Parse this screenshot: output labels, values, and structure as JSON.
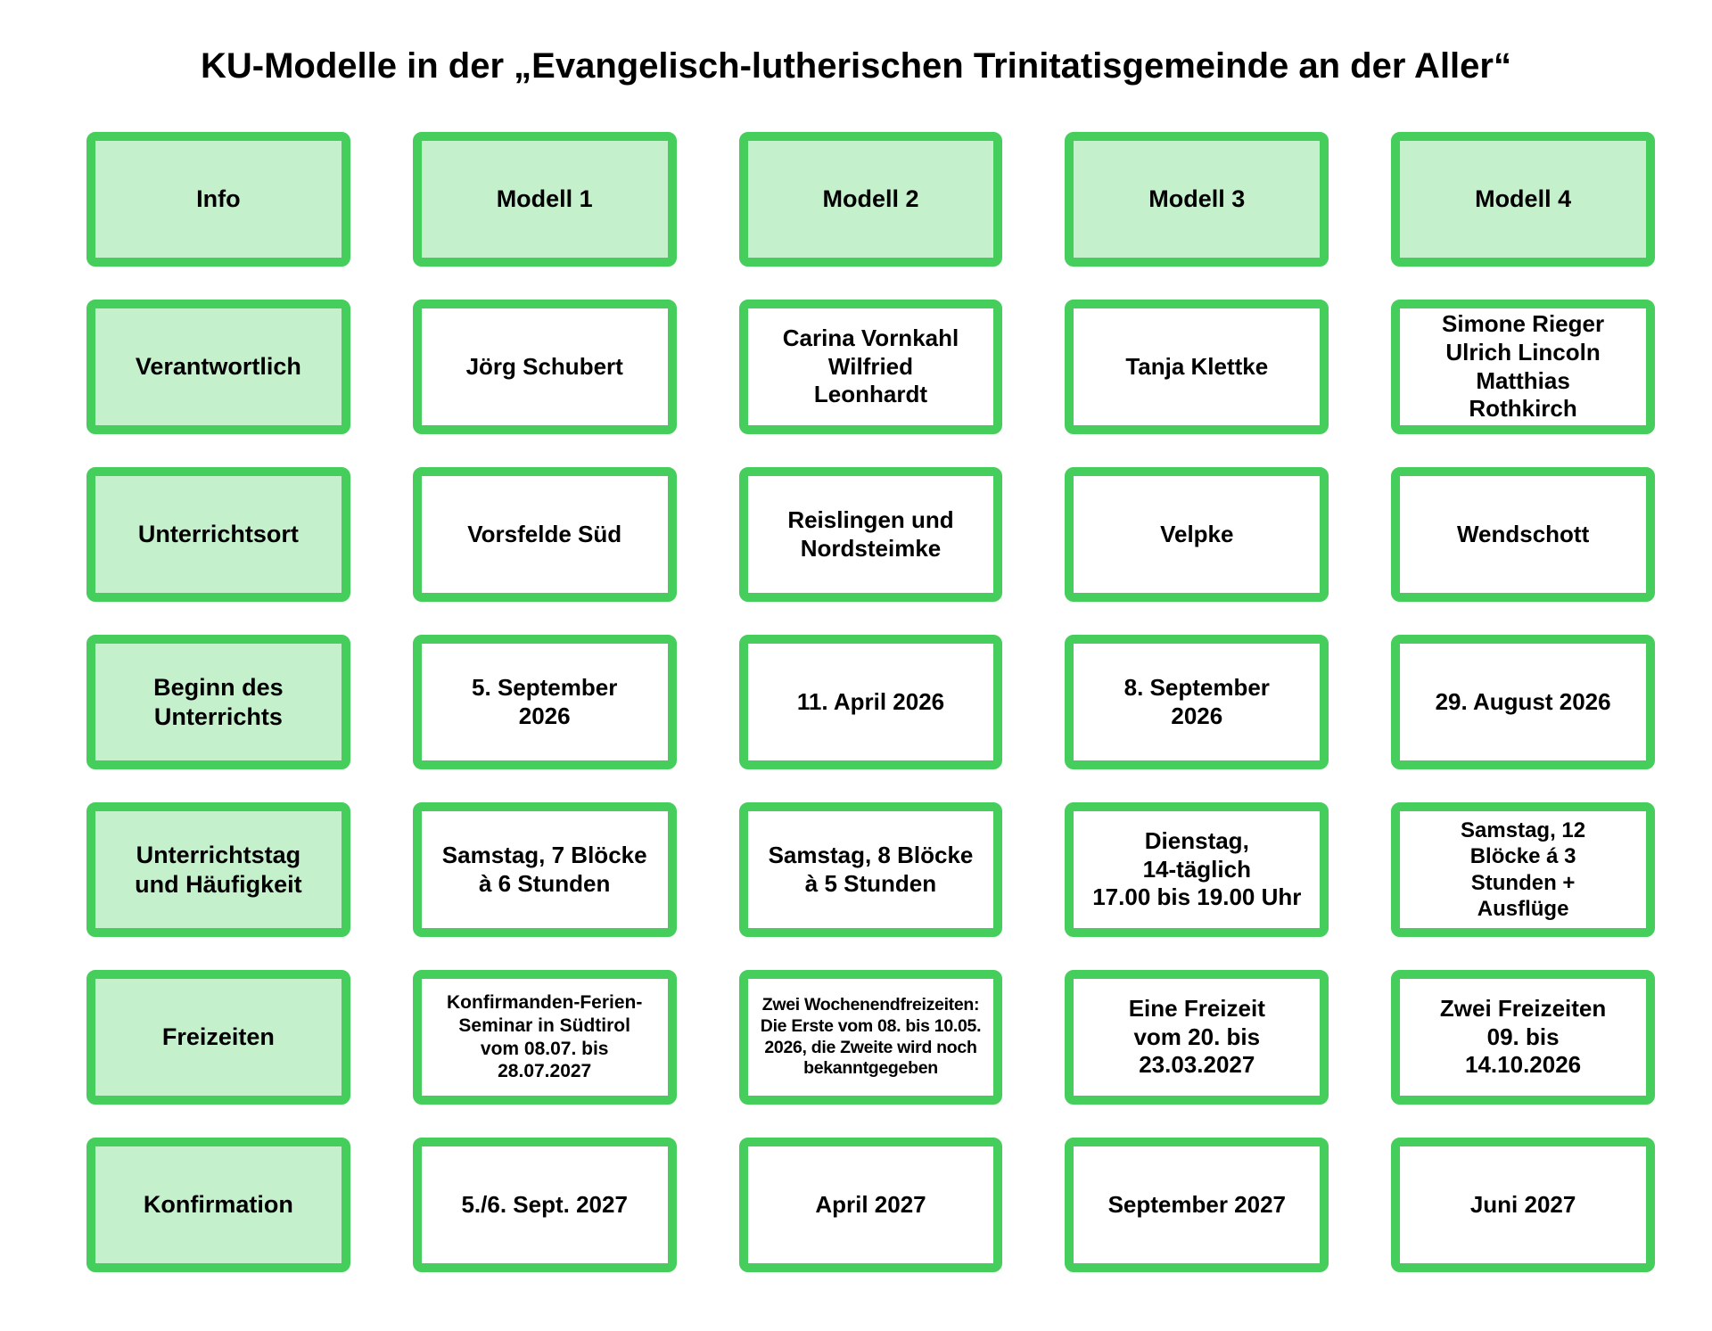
{
  "title": "KU-Modelle in der „Evangelisch-lutherischen Trinitatisgemeinde an der Aller“",
  "colors": {
    "border_green": "#45ce5c",
    "label_fill_green": "#c5f0cc",
    "cell_fill": "#ffffff",
    "text": "#000000"
  },
  "table": {
    "columns": [
      "Info",
      "Modell 1",
      "Modell 2",
      "Modell 3",
      "Modell 4"
    ],
    "rows": [
      {
        "label": "Verantwortlich",
        "cells": [
          "Jörg Schubert",
          "Carina Vornkahl\nWilfried\nLeonhardt",
          "Tanja Klettke",
          "Simone Rieger\nUlrich Lincoln\nMatthias\nRothkirch"
        ]
      },
      {
        "label": "Unterrichtsort",
        "cells": [
          "Vorsfelde Süd",
          "Reislingen und\nNordsteimke",
          "Velpke",
          "Wendschott"
        ]
      },
      {
        "label": "Beginn des\nUnterrichts",
        "cells": [
          "5. September\n2026",
          "11. April 2026",
          "8. September\n2026",
          "29. August 2026"
        ]
      },
      {
        "label": "Unterrichtstag\nund Häufigkeit",
        "cells": [
          "Samstag, 7 Blöcke\nà 6 Stunden",
          "Samstag, 8 Blöcke\nà 5 Stunden",
          "Dienstag,\n14-täglich\n17.00 bis 19.00 Uhr",
          "Samstag, 12\nBlöcke á 3\nStunden +\nAusflüge"
        ]
      },
      {
        "label": "Freizeiten",
        "cells": [
          "Konfirmanden-Ferien-\nSeminar in Südtirol\nvom 08.07. bis\n28.07.2027",
          "Zwei Wochenendfreizeiten:\nDie Erste vom 08. bis 10.05.\n2026, die Zweite wird noch\nbekanntgegeben",
          "Eine Freizeit\nvom 20. bis\n23.03.2027",
          "Zwei Freizeiten\n09. bis\n14.10.2026"
        ]
      },
      {
        "label": "Konfirmation",
        "cells": [
          "5./6. Sept. 2027",
          "April 2027",
          "September 2027",
          "Juni 2027"
        ]
      }
    ]
  }
}
